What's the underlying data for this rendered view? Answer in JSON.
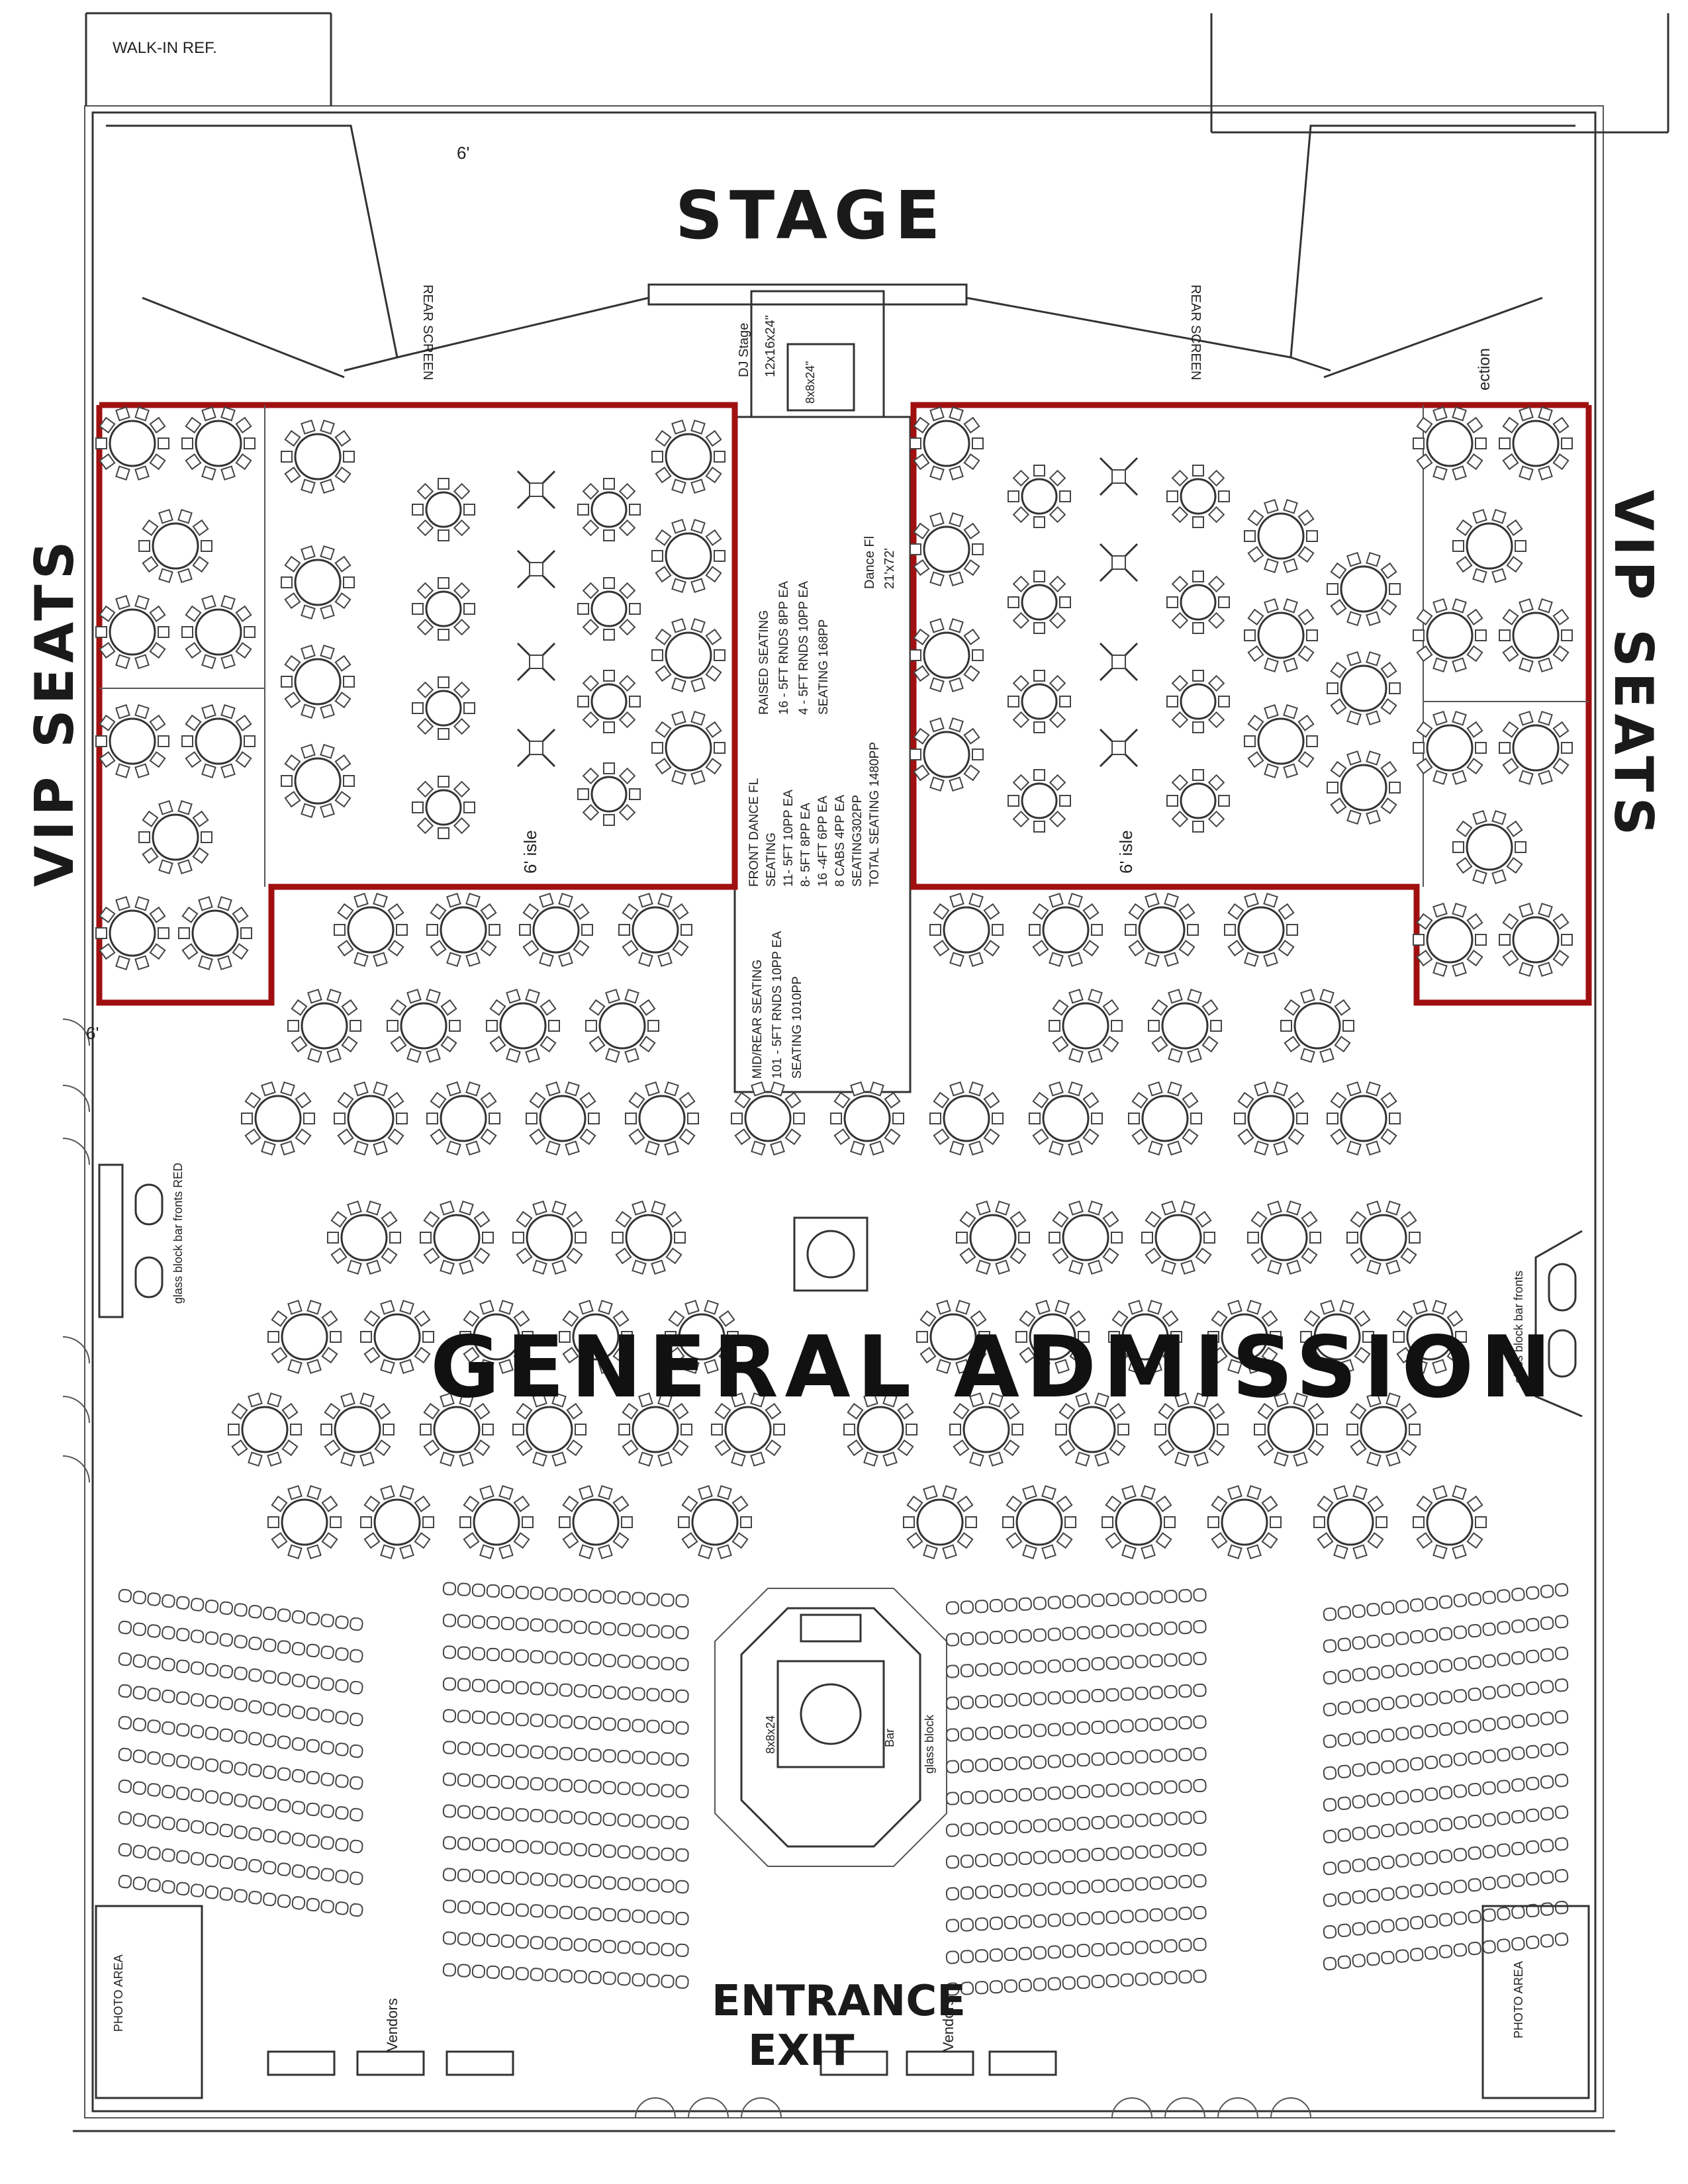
{
  "labels": {
    "stage": "STAGE",
    "vip_left": "VIP SEATS",
    "vip_right": "VIP SEATS",
    "general_admission": "GENERAL ADMISSION",
    "entrance": "ENTRANCE",
    "exit": "EXIT",
    "walk_in": "WALK-IN REF.",
    "rear_screen_left": "REAR SCREEN",
    "rear_screen_right": "REAR SCREEN",
    "dj_stage": "DJ Stage",
    "dj_stage_size": "12x16x24\"",
    "dj_inner": "8x8x24\"",
    "dance_floor": "Dance Fl",
    "dance_floor_size": "21'x72'",
    "isle_left": "6' isle",
    "isle_right": "6' isle",
    "photo_left": "PHOTO AREA",
    "photo_right": "PHOTO AREA",
    "vendors_left": "Vendors",
    "vendors_right": "Vendors",
    "glass_block_left": "glass block bar fronts RED",
    "glass_block_right": "glass block bar fronts",
    "center_bar_size": "8x8x24",
    "center_bar": "Bar",
    "center_glass": "glass block",
    "dim_top": "6'",
    "dim_side": "6'",
    "section": "ection"
  },
  "seating_notes": {
    "raised": [
      "RAISED SEATING",
      "16 - 5FT RNDS 8PP EA",
      "4 - 5FT RNDS 10PP EA",
      "SEATING 168PP"
    ],
    "front": [
      "FRONT DANCE FL",
      "SEATING",
      "11- 5FT 10PP EA",
      "8- 5FT 8PP EA",
      "16 -4FT 6PP EA",
      "8 CABS 4PP EA",
      "SEATING302PP",
      "TOTAL SEATING 1480PP"
    ],
    "rear": [
      "MID/REAR SEATING",
      "101 - 5FT RNDS 10PP EA",
      "SEATING 1010PP"
    ]
  },
  "colors": {
    "vip_outline": "#a01010",
    "walls": "#333333"
  },
  "icons": [
    "round-table-icon",
    "cabaret-table-icon",
    "chair-row-icon",
    "door-icon"
  ]
}
